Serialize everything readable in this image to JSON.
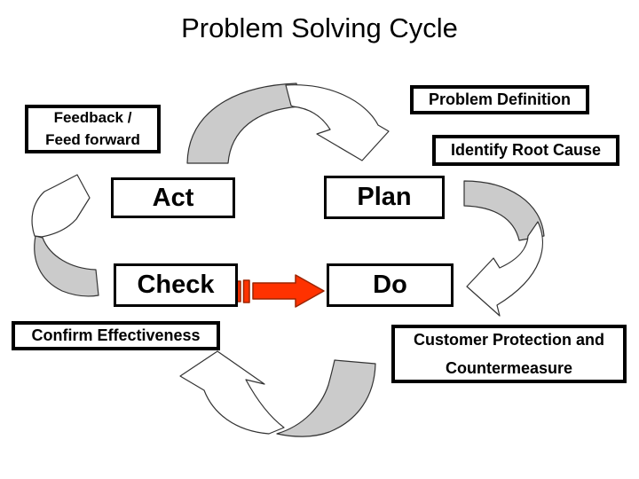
{
  "title": "Problem Solving Cycle",
  "boxes": {
    "act": {
      "label": "Act"
    },
    "plan": {
      "label": "Plan"
    },
    "check": {
      "label": "Check"
    },
    "do": {
      "label": "Do"
    }
  },
  "labels": {
    "feedback": {
      "text": "Feedback /\nFeed forward"
    },
    "problem": {
      "text": "Problem Definition"
    },
    "rootcause": {
      "text": "Identify Root Cause"
    },
    "confirm": {
      "text": "Confirm Effectiveness"
    },
    "customer": {
      "text": "Customer Protection and\nCountermeasure"
    }
  },
  "arrows": {
    "top": {
      "icon": "curved-arrow-act-to-plan"
    },
    "right": {
      "icon": "curved-arrow-plan-to-do"
    },
    "bottom": {
      "icon": "curved-arrow-do-to-check"
    },
    "left": {
      "icon": "curved-arrow-check-to-act"
    },
    "shortcut": {
      "icon": "striped-arrow-check-to-do"
    }
  },
  "colors": {
    "arrow_gray": "#cbcbcb",
    "arrow_white": "#ffffff",
    "arrow_outline": "#333333",
    "red_arrow_fill": "#ff3200",
    "red_arrow_outline": "#9b2400",
    "box_border": "#000000",
    "background": "#ffffff"
  }
}
